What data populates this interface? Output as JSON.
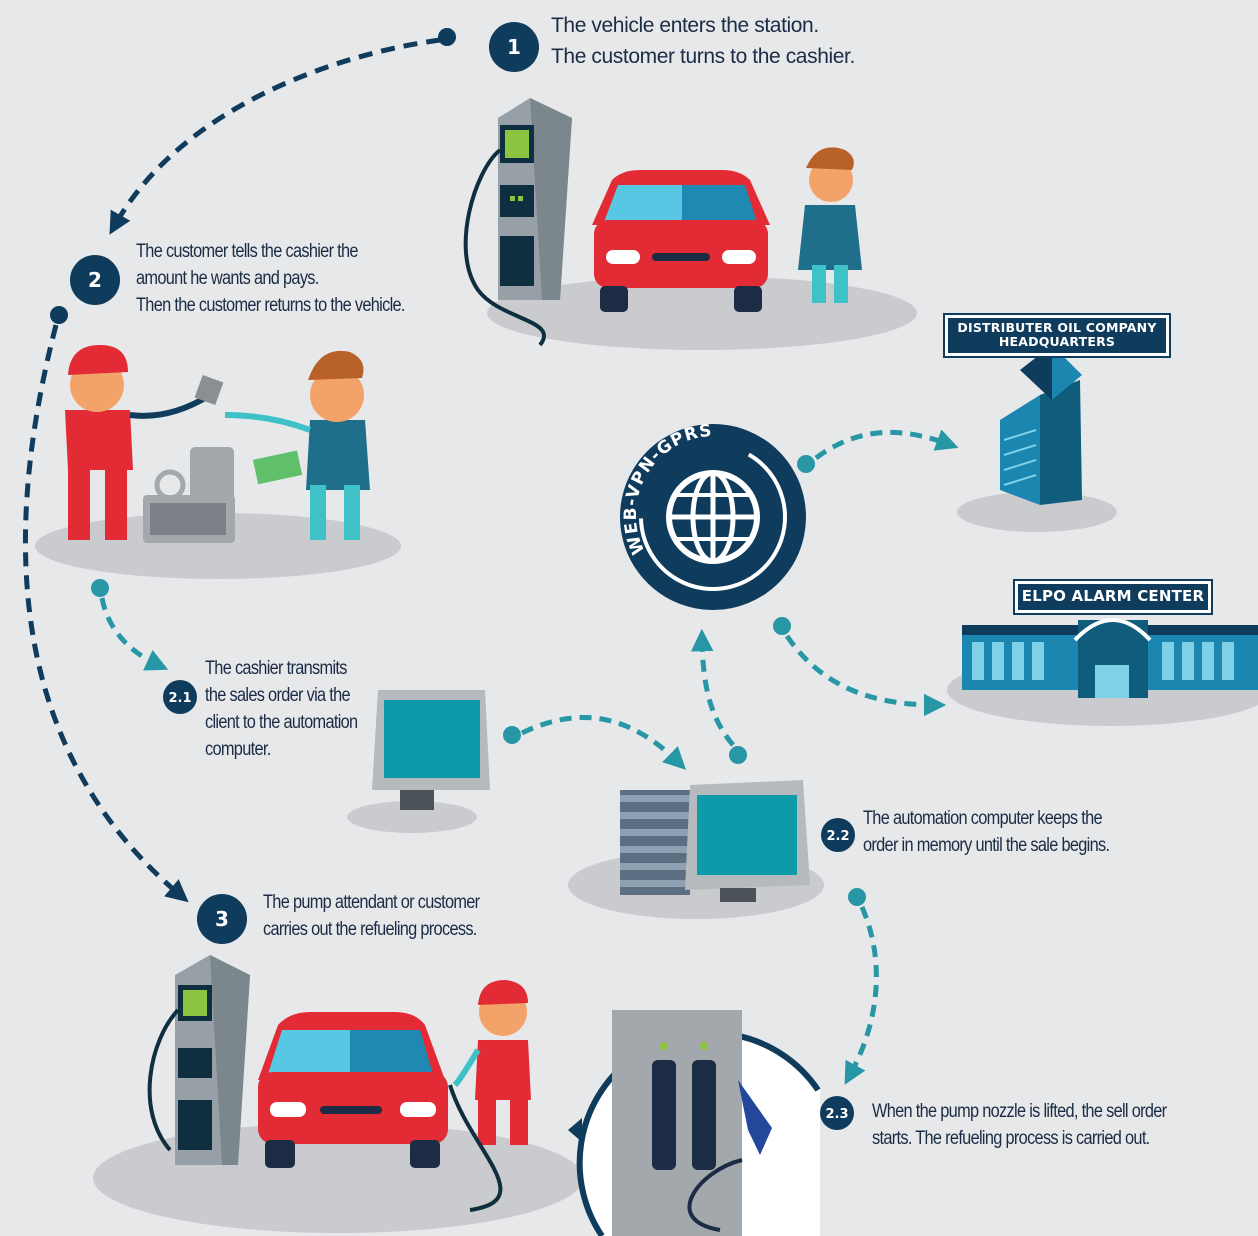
{
  "steps": [
    {
      "badge": "1",
      "text_lines": [
        "The vehicle enters the station.",
        "The customer turns to the cashier."
      ]
    },
    {
      "badge": "2",
      "text_lines": [
        "The customer tells the cashier the",
        "amount he wants and pays.",
        "Then the customer returns to the vehicle."
      ]
    },
    {
      "badge": "2.1",
      "text_lines": [
        "The cashier transmits",
        "the sales order via the",
        "client to the automation",
        "computer."
      ]
    },
    {
      "badge": "2.2",
      "text_lines": [
        "The automation computer keeps the",
        "order in memory until the sale begins."
      ]
    },
    {
      "badge": "3",
      "text_lines": [
        "The pump attendant or customer",
        "carries out the refueling process."
      ]
    },
    {
      "badge": "2.3",
      "text_lines": [
        "When the pump nozzle is lifted, the sell order",
        "starts. The refueling process is carried out."
      ]
    }
  ],
  "network": {
    "label": "WEB-VPN-GPRS"
  },
  "destinations": {
    "hq_line1": "DISTRIBUTER OIL COMPANY",
    "hq_line2": "HEADQUARTERS",
    "alarm": "ELPO ALARM CENTER"
  },
  "colors": {
    "navy": "#0f3b5c",
    "teal": "#2797a6",
    "red": "#e32b35",
    "background": "#e7e8ea"
  }
}
